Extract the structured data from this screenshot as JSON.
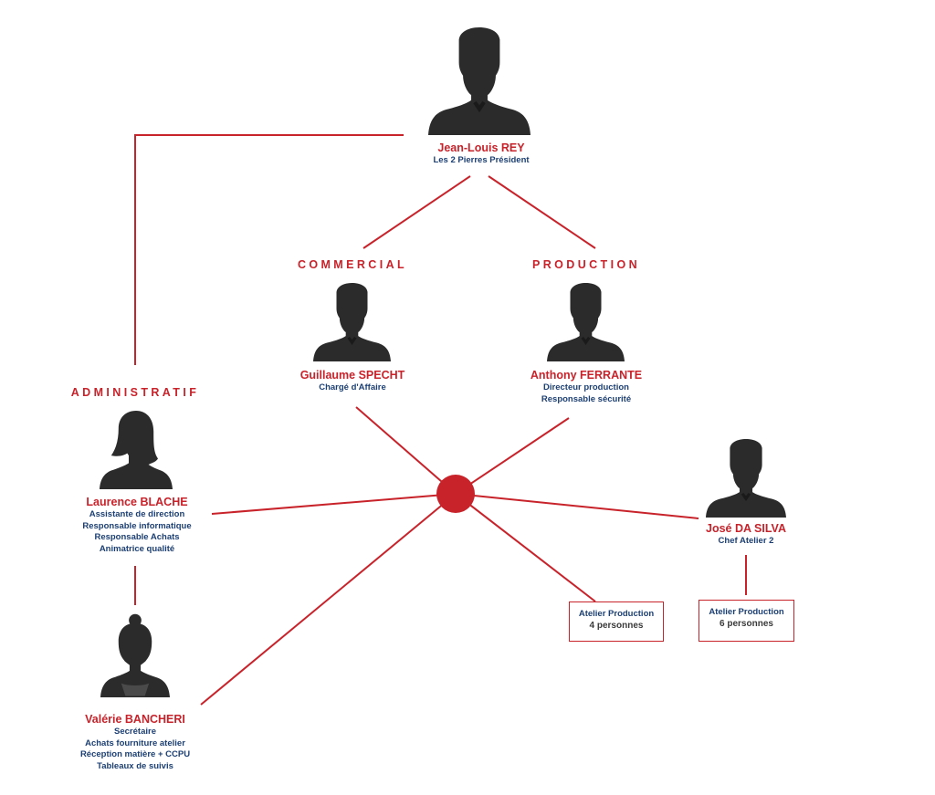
{
  "colors": {
    "accent": "#c8222a",
    "role_text": "#1c3f73",
    "silhouette": "#2b2b2b"
  },
  "departments": {
    "commercial": "COMMERCIAL",
    "production": "PRODUCTION",
    "administratif": "ADMINISTRATIF"
  },
  "people": {
    "president": {
      "name": "Jean-Louis REY",
      "roles": [
        "Les 2 Pierres Président"
      ]
    },
    "commercial": {
      "name": "Guillaume SPECHT",
      "roles": [
        "Chargé d'Affaire"
      ]
    },
    "production": {
      "name": "Anthony FERRANTE",
      "roles": [
        "Directeur production",
        "Responsable sécurité"
      ]
    },
    "admin": {
      "name": "Laurence BLACHE",
      "roles": [
        "Assistante de direction",
        "Responsable informatique",
        "Responsable Achats",
        "Animatrice qualité"
      ]
    },
    "chef_atelier": {
      "name": "José DA SILVA",
      "roles": [
        "Chef Atelier 2"
      ]
    },
    "secretaire": {
      "name": "Valérie BANCHERI",
      "roles": [
        "Secrétaire",
        "Achats fourniture atelier",
        "Réception matière + CCPU",
        "Tableaux de suivis"
      ]
    }
  },
  "teams": [
    {
      "title": "Atelier Production",
      "count": "4 personnes"
    },
    {
      "title": "Atelier Production",
      "count": "6 personnes"
    }
  ],
  "icons": {
    "male": "male-silhouette-icon",
    "female": "female-silhouette-icon",
    "hub": "hub-dot-icon"
  }
}
